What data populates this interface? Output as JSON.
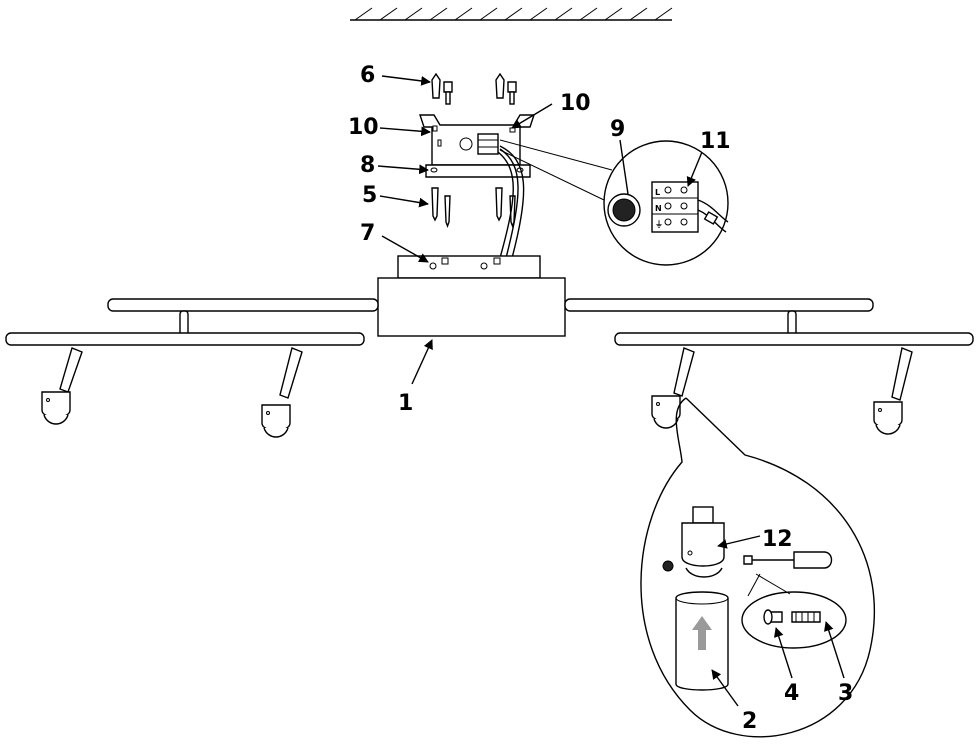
{
  "labels": {
    "l1": "1",
    "l2": "2",
    "l3": "3",
    "l4": "4",
    "l5": "5",
    "l6": "6",
    "l7": "7",
    "l8": "8",
    "l9": "9",
    "l10a": "10",
    "l10b": "10",
    "l11": "11",
    "l12": "12"
  },
  "terminal_marks": [
    "L",
    "N",
    "⏚"
  ]
}
